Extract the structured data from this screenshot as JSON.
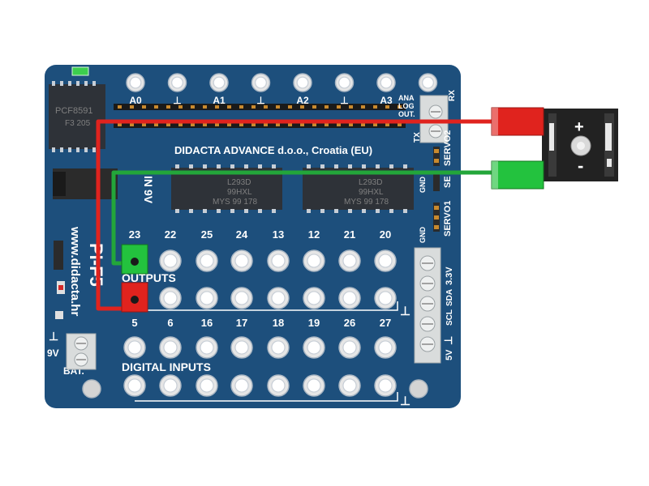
{
  "board": {
    "company": "DIDACTA  ADVANCE d.o.o., Croatia (EU)",
    "website": "www.didacta.hr",
    "model": "PI-F5",
    "colors": {
      "pcb": "#1d4f7c",
      "silk": "#ffffff",
      "wire_red": "#e0231e",
      "wire_green": "#23a63a"
    }
  },
  "analog": {
    "labels": [
      "A0",
      "⊥",
      "A1",
      "⊥",
      "A2",
      "⊥",
      "A3",
      "⊥"
    ],
    "out_label": [
      "ANA",
      "LOG",
      "OUT."
    ],
    "rx": "RX",
    "tx": "TX"
  },
  "chips": {
    "pcf": [
      "PCF8591",
      "F3 205"
    ],
    "driver1": [
      "L293D",
      "99HXL",
      "MYS  99 178"
    ],
    "driver2": [
      "L293D",
      "99HXL",
      "MYS  99 178"
    ]
  },
  "power_in": {
    "label": "IN",
    "voltage": "9V"
  },
  "servo": {
    "servo2": "SERVO2",
    "servo1": "SERVO1",
    "gnd1": "GND",
    "gnd2": "GND",
    "se": "SE"
  },
  "outputs": {
    "label": "OUTPUTS",
    "top_pins": [
      "23",
      "22",
      "25",
      "24",
      "13",
      "12",
      "21",
      "20"
    ],
    "bottom_pins": [
      "5",
      "6",
      "16",
      "17",
      "18",
      "19",
      "26",
      "27"
    ],
    "ground": "⊥"
  },
  "digital_inputs": {
    "label": "DIGITAL INPUTS",
    "ground": "⊥"
  },
  "i2c": {
    "v33": "3.3V",
    "sda": "SDA",
    "scl": "SCL",
    "v5": "5V",
    "ground": "⊥"
  },
  "battery": {
    "ground": "⊥",
    "voltage": "9V",
    "label": "BAT."
  },
  "module": {
    "plus": "+",
    "minus": "-"
  }
}
